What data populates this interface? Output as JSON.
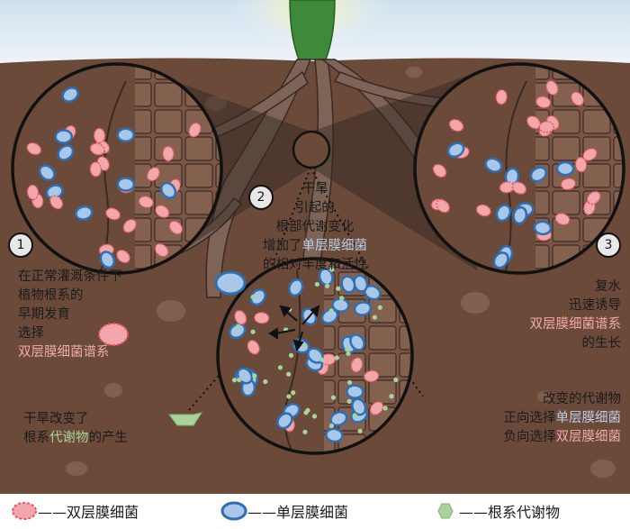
{
  "markers": {
    "m1": "1",
    "m2": "2",
    "m3": "3"
  },
  "center_text": {
    "line1": "干旱",
    "line2": "引起的",
    "line3": "根部代谢变化",
    "line4_pre": "增加了",
    "line4_hl": "单层膜细菌",
    "line5": "的相对丰度和活性"
  },
  "left_text": {
    "line1": "在正常灌溉条件下",
    "line2": "植物根系的",
    "line3": "早期发育",
    "line4": "选择",
    "line5_hl": "双层膜细菌谱系"
  },
  "right_text": {
    "line1": "复水",
    "line2": "迅速诱导",
    "line3_hl": "双层膜细菌谱系",
    "line4": "的生长"
  },
  "bottom_left_text": {
    "line1": "干旱改变了",
    "line2_pre": "根系",
    "line2_hl": "代谢物",
    "line2_post": "的产生"
  },
  "bottom_right_text": {
    "line1": "改变的代谢物",
    "line2_pre": "正向选择",
    "line2_hl": "单层膜细菌",
    "line3_pre": "负向选择",
    "line3_hl": "双层膜细菌"
  },
  "legend": {
    "double": "——双层膜细菌",
    "single": "——单层膜细菌",
    "metab": "——根系代谢物"
  },
  "colors": {
    "soil": "#6b4a3a",
    "sky": "#dce9f3",
    "double_membrane": "#f3a6ab",
    "single_membrane": "#a9c7e8",
    "metabolite": "#a8d39a",
    "highlight_blue": "#b7cfe6",
    "highlight_pink": "#f2a9ae"
  }
}
